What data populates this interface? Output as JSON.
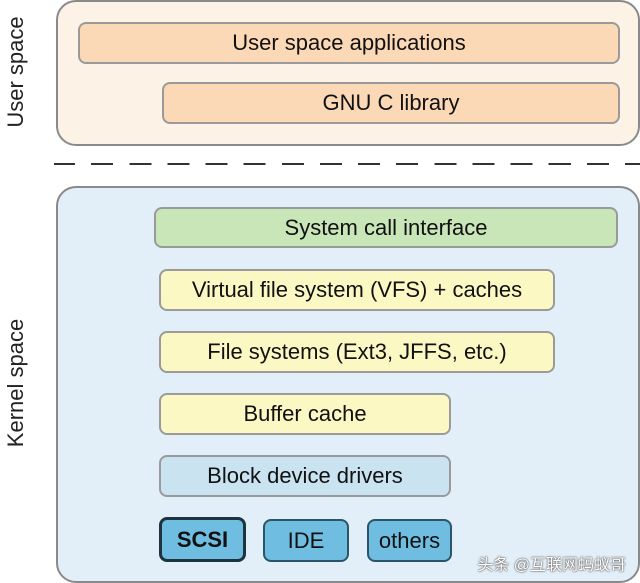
{
  "labels": {
    "user_space": "User space",
    "kernel_space": "Kernel space"
  },
  "user_space": {
    "applications": "User space applications",
    "glibc": "GNU C library"
  },
  "kernel_space": {
    "syscall": "System call interface",
    "vfs": "Virtual file system (VFS) + caches",
    "filesystems": "File systems (Ext3, JFFS, etc.)",
    "buffer_cache": "Buffer cache",
    "block_drivers": "Block device drivers",
    "drivers": [
      "SCSI",
      "IDE",
      "others"
    ]
  },
  "watermark": "头条 @互联网蚂蚁哥",
  "colors": {
    "user_region_fill": "#fdf2e6",
    "user_box_fill": "#fbd9b6",
    "kernel_region_fill": "#e3eff8",
    "syscall_fill": "#c9e6b9",
    "yellow_fill": "#fcf8c4",
    "block_fill": "#c9e3f1",
    "driver_fill": "#6fbde0"
  }
}
